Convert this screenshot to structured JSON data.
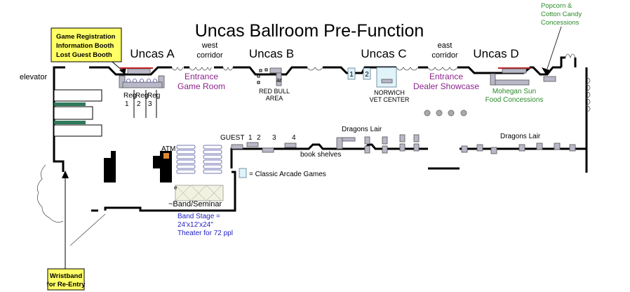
{
  "title": "Uncas Ballroom Pre-Function",
  "rooms": {
    "uncas_a": "Uncas A",
    "uncas_b": "Uncas B",
    "uncas_c": "Uncas C",
    "uncas_d": "Uncas D",
    "west_corridor": [
      "west",
      "corridor"
    ],
    "east_corridor": [
      "east",
      "corridor"
    ]
  },
  "callouts": {
    "registration": [
      "Game Registration",
      "Information Booth",
      "Lost Guest Booth"
    ],
    "wristband": [
      "Wristband",
      "for Re-Entry"
    ],
    "popcorn": [
      "Popcorn &",
      "Cotton Candy",
      "Concessions"
    ]
  },
  "labels": {
    "elevator": "elevator",
    "entrance_game_room": [
      "Entrance",
      "Game Room"
    ],
    "entrance_dealer": [
      "Entrance",
      "Dealer Showcase"
    ],
    "red_bull": [
      "RED BULL",
      "AREA"
    ],
    "bar": "ar",
    "norwich": [
      "NORWICH",
      "VET CENTER"
    ],
    "mohegan": [
      "Mohegan Sun",
      "Food Concessions"
    ],
    "reg": [
      {
        "name": "Reg",
        "num": "1"
      },
      {
        "name": "Reg",
        "num": "2"
      },
      {
        "name": "Reg",
        "num": "3"
      }
    ],
    "arcade_nums": [
      "1",
      "2"
    ],
    "atm": "ATM",
    "guest": "GUEST",
    "guest_nums": [
      "1",
      "2",
      "3",
      "4"
    ],
    "book_shelves": "book shelves",
    "legend_arcade": "= Classic Arcade Games",
    "dragons_lair_1": "Dragons Lair",
    "dragons_lair_2": "Dragons Lair",
    "band_seminar": "~Band/Seminar",
    "stage_e": "e",
    "band_stage": [
      "Band Stage =",
      "24'x12'x24\"",
      "Theater for 72 ppl"
    ]
  }
}
